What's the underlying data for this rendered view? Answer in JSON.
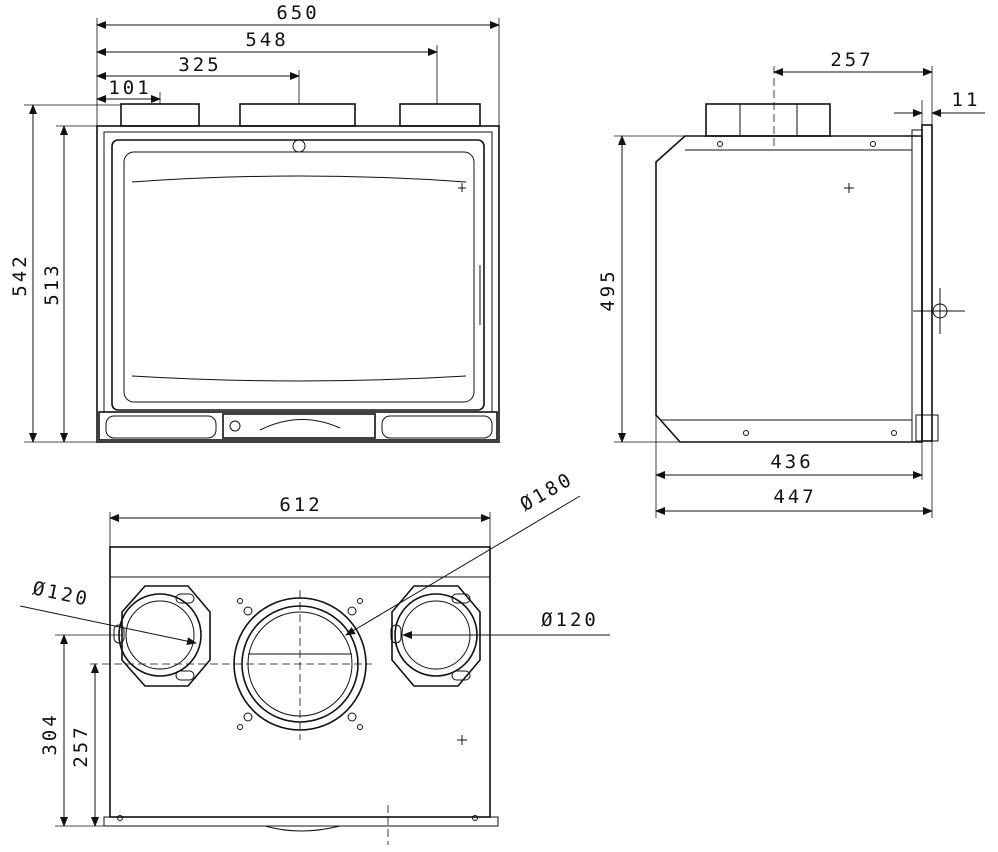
{
  "front_view": {
    "width_overall": "650",
    "outer_outlet_span": "548",
    "center_outlet": "325",
    "left_outlet_offset": "101",
    "height_overall": "542",
    "height_body": "513"
  },
  "side_view": {
    "outlet_offset": "257",
    "frame_thickness": "11",
    "height": "495",
    "depth_body": "436",
    "depth_overall": "447"
  },
  "top_view": {
    "width": "612",
    "dia_center": "Ø180",
    "dia_left": "Ø120",
    "dia_right": "Ø120",
    "depth_overall": "304",
    "depth_outlets": "257"
  }
}
